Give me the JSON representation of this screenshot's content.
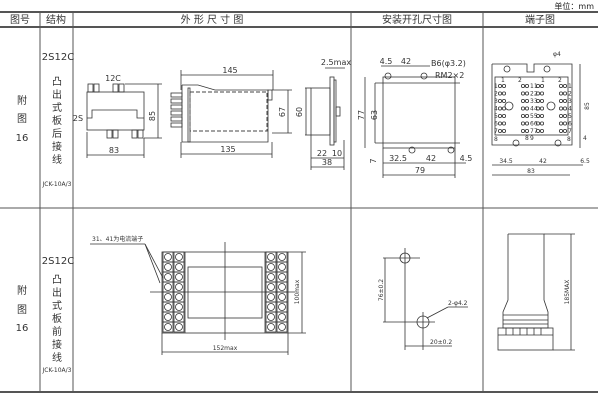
{
  "unit_note": "单位：mm",
  "header": {
    "col_number": "图号",
    "col_structure": "结构",
    "col_outline": "外 形 尺 寸 图",
    "col_cutout": "安装开孔尺寸图",
    "col_terminal": "端子图"
  },
  "rows": [
    {
      "figure": [
        "附",
        "图",
        "16"
      ],
      "model": "2S12C",
      "structure_chars": [
        "凸",
        "出",
        "式",
        "板",
        "后",
        "接",
        "线"
      ],
      "base": "JCK-10A/3",
      "outline": {
        "label_12c": "12C",
        "label_2s": "2S",
        "h85": "85",
        "w83": "83",
        "l145": "145",
        "l135": "135",
        "h67": "67",
        "h60": "60",
        "t25": "2.5max",
        "d22": "22",
        "d10": "10",
        "d38": "38"
      },
      "cutout": {
        "a45": "4.5",
        "a42": "42",
        "hole": "B6(φ3.2)",
        "rm": "RM2×2",
        "h77": "77",
        "h63": "63",
        "b7": "7",
        "b325": "32.5",
        "b42": "42",
        "b45": "4.5",
        "w79": "79"
      },
      "terminal": {
        "phi4": "φ4",
        "h85": "85",
        "w345": "34.5",
        "w42": "42",
        "w65": "6.5",
        "w83": "83",
        "d4": "4",
        "top_labels": [
          "1",
          "2",
          "1",
          "2"
        ],
        "row_labels": [
          "1",
          "2",
          "3",
          "4",
          "5",
          "6",
          "7"
        ],
        "mid_labels": [
          "11",
          "22",
          "33",
          "44",
          "55",
          "66",
          "77"
        ],
        "bottom_labels": [
          "8",
          "8",
          "9",
          "8"
        ]
      }
    },
    {
      "figure": [
        "附",
        "图",
        "16"
      ],
      "model": "2S12C",
      "structure_chars": [
        "凸",
        "出",
        "式",
        "板",
        "前",
        "接",
        "线"
      ],
      "base": "JCK-10A/3",
      "outline": {
        "note": "31、41为电流端子",
        "h100": "100max",
        "w152": "152max"
      },
      "cutout": {
        "h76": "76±0.2",
        "holes": "2-φ4.2",
        "w20": "20±0.2"
      },
      "terminal": {
        "h185": "185MAX"
      }
    }
  ]
}
